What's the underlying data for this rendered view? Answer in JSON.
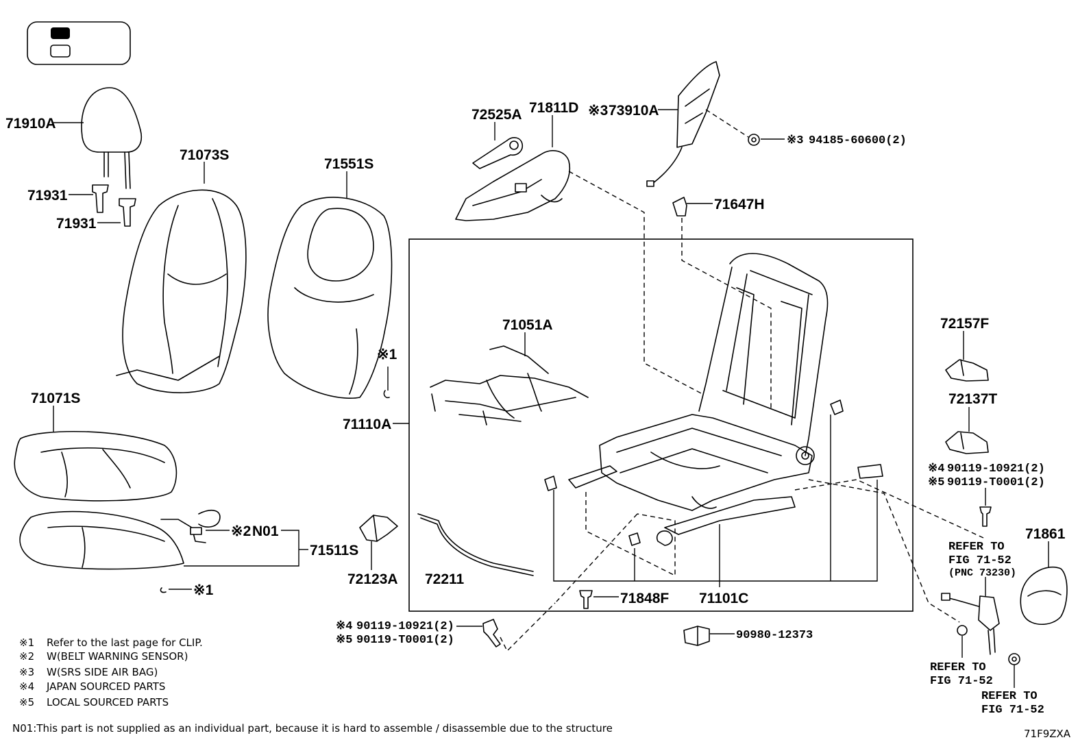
{
  "labels": {
    "p71910A": "71910A",
    "p71931a": "71931",
    "p71931b": "71931",
    "p71073S": "71073S",
    "p71551S": "71551S",
    "p71071S": "71071S",
    "pN01": "N01",
    "p71511S": "71511S",
    "p72123A": "72123A",
    "p72211": "72211",
    "p71110A": "71110A",
    "p71051A": "71051A",
    "p72525A": "72525A",
    "p71811D": "71811D",
    "p73910A": "73910A",
    "p94185": "94185-60600(2)",
    "p71647H": "71647H",
    "p72157F": "72157F",
    "p72137T": "72137T",
    "p90119a": "90119-10921(2)",
    "p90119b": "90119-T0001(2)",
    "p71861": "71861",
    "p71848F": "71848F",
    "p71101C": "71101C",
    "p90980": "90980-12373",
    "p90119c": "90119-10921(2)",
    "p90119d": "90119-T0001(2)"
  },
  "marks": {
    "m1": "※1",
    "m2": "※2",
    "m3": "※3",
    "m4": "※4",
    "m5": "※5"
  },
  "refer": {
    "r1_l1": "REFER TO",
    "r1_l2": "FIG 71-52",
    "r1_l3": "(PNC 73230)",
    "r2_l1": "REFER TO",
    "r2_l2": "FIG 71-52",
    "r3_l1": "REFER TO",
    "r3_l2": "FIG 71-52"
  },
  "notes": [
    {
      "mark": "※1",
      "text": "Refer to the last page for CLIP."
    },
    {
      "mark": "※2",
      "text": "W(BELT WARNING SENSOR)"
    },
    {
      "mark": "※3",
      "text": "W(SRS SIDE AIR BAG)"
    },
    {
      "mark": "※4",
      "text": "JAPAN SOURCED PARTS"
    },
    {
      "mark": "※5",
      "text": "LOCAL SOURCED PARTS"
    }
  ],
  "footnote": "N01:This part is not supplied as an individual part, because it is hard to assemble / disassemble due to the structure",
  "figure_code": "71F9ZXA"
}
